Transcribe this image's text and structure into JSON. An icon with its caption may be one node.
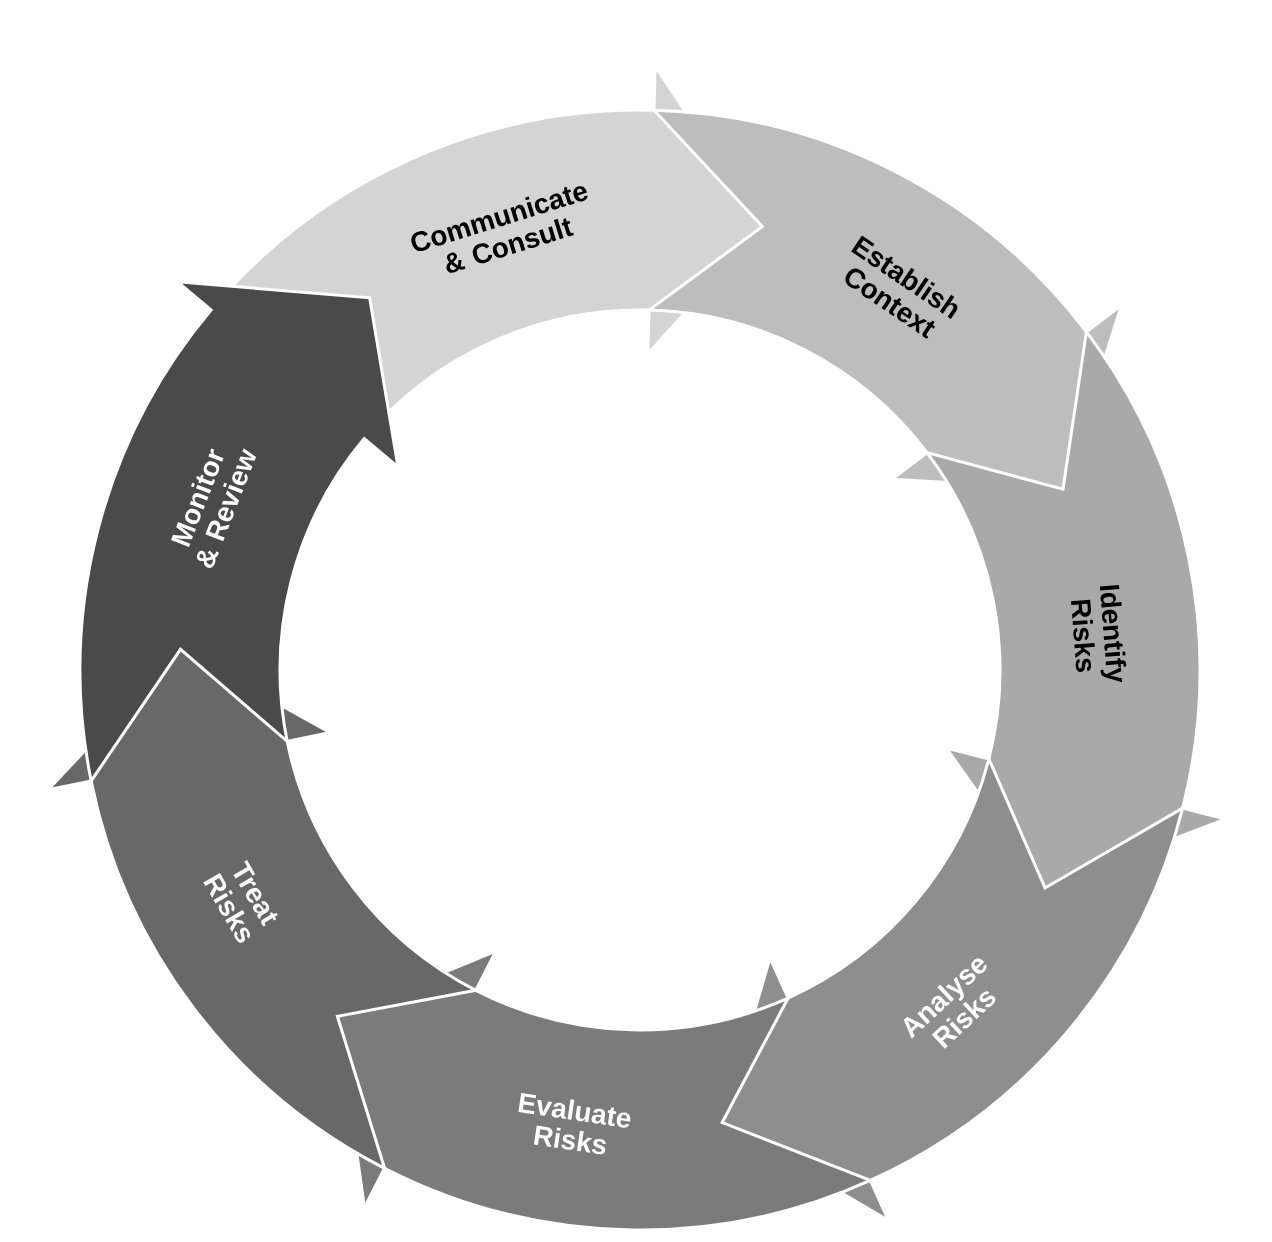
{
  "diagram": {
    "nodes": [
      {
        "text": [
          "Communicate & Consult"
        ]
      },
      {
        "text": [
          "Establish Context"
        ]
      },
      {
        "text": [
          "Identify Risks"
        ]
      },
      {
        "text": [
          "Analyse Risks"
        ]
      },
      {
        "text": [
          "Evaluate Risks"
        ]
      },
      {
        "text": [
          "Treat Risks"
        ]
      },
      {
        "text": [
          "Monitor & Review"
        ]
      }
    ]
  }
}
